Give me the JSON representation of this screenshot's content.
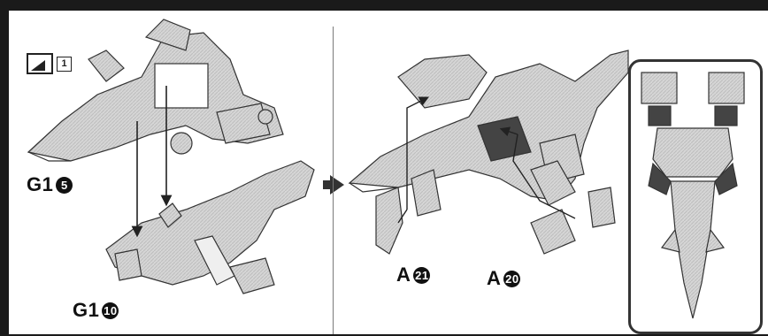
{
  "labels": {
    "part_g1_5": {
      "prefix": "G1",
      "number": "5"
    },
    "part_g1_10": {
      "prefix": "G1",
      "number": "10"
    },
    "part_a_21": {
      "prefix": "A",
      "number": "21"
    },
    "part_a_20": {
      "prefix": "A",
      "number": "20"
    }
  },
  "step_indicator": {
    "icon": "nipper-tool-icon",
    "step": "1"
  }
}
